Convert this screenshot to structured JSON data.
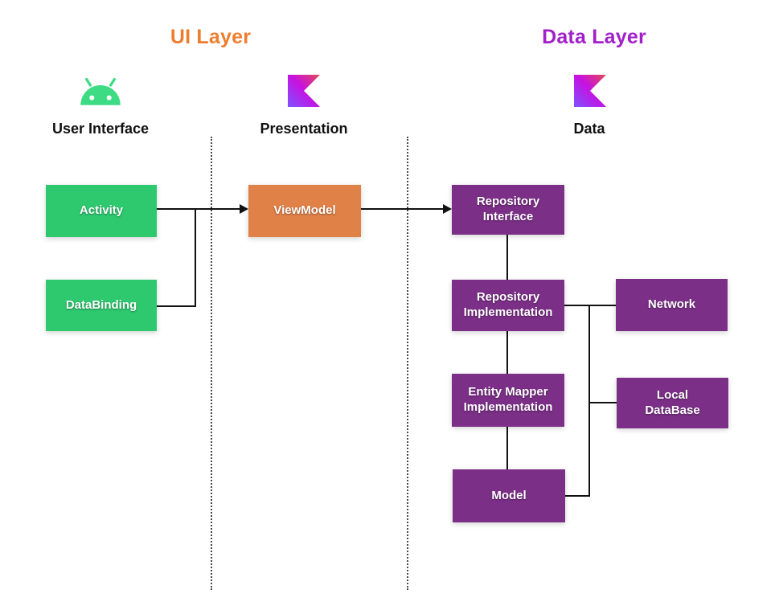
{
  "headers": {
    "ui_layer": "UI Layer",
    "data_layer": "Data Layer"
  },
  "columns": [
    {
      "label": "User Interface",
      "icon": "android-icon"
    },
    {
      "label": "Presentation",
      "icon": "kotlin-icon"
    },
    {
      "label": "Data",
      "icon": "kotlin-icon"
    }
  ],
  "nodes": {
    "activity": {
      "label": "Activity"
    },
    "databinding": {
      "label": "DataBinding"
    },
    "viewmodel": {
      "label": "ViewModel"
    },
    "repo_interface": {
      "label": "Repository\nInterface"
    },
    "repo_impl": {
      "label": "Repository\nImplementation"
    },
    "entity_mapper": {
      "label": "Entity Mapper\nImplementation"
    },
    "model": {
      "label": "Model"
    },
    "network": {
      "label": "Network"
    },
    "local_db": {
      "label": "Local\nDataBase"
    }
  },
  "connections": [
    "Activity -> ViewModel",
    "DataBinding -> ViewModel",
    "ViewModel -> Repository Interface",
    "Repository Interface - Repository Implementation",
    "Repository Implementation - Entity Mapper Implementation",
    "Entity Mapper Implementation - Model",
    "Repository Implementation - Network",
    "Repository Implementation - Local DataBase",
    "Repository Implementation - Model"
  ],
  "colors": {
    "green": "#2EC86F",
    "orange": "#E08148",
    "purple": "#7B2F87",
    "ui-header": "#EE7D2F",
    "data-header": "#A21FC9",
    "android-green": "#3DDC84",
    "kotlin-grad-1": "#E44857",
    "kotlin-grad-2": "#C711E1",
    "kotlin-grad-3": "#7F52FF",
    "line": "#111111"
  }
}
